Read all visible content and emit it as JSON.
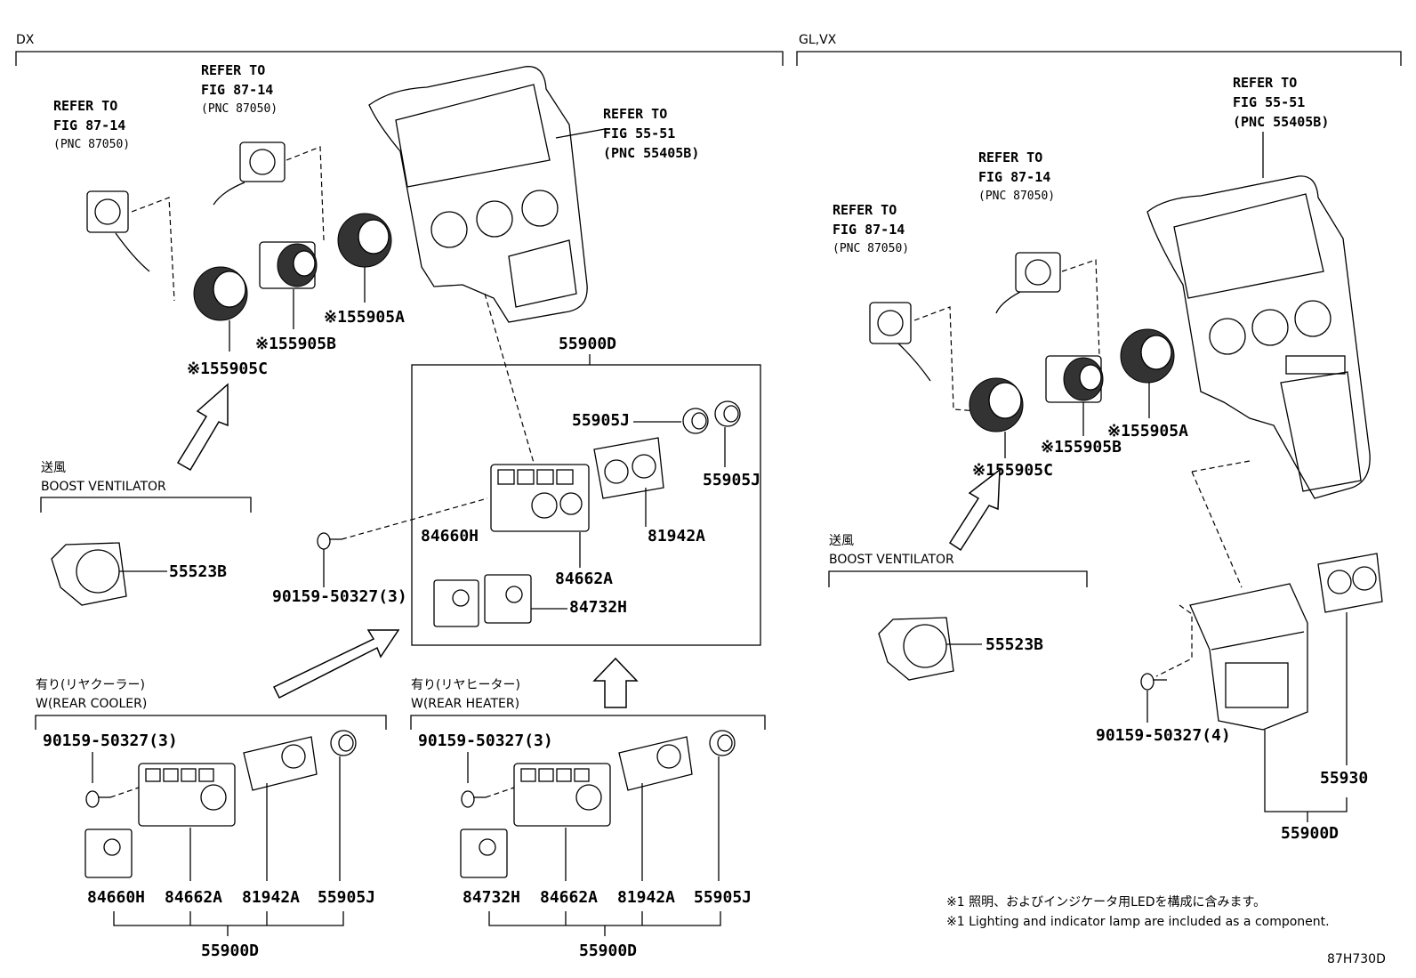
{
  "sections": {
    "dx": "DX",
    "glvx": "GL,VX"
  },
  "refs": {
    "dx_knob_a": [
      "REFER TO",
      "FIG 87-14",
      "(PNC 87050)"
    ],
    "dx_knob_b": [
      "REFER TO",
      "FIG 87-14",
      "(PNC 87050)"
    ],
    "dx_panel": [
      "REFER TO",
      "FIG 55-51",
      "(PNC 55405B)"
    ],
    "gl_knob_a": [
      "REFER TO",
      "FIG 87-14",
      "(PNC 87050)"
    ],
    "gl_knob_b": [
      "REFER TO",
      "FIG 87-14",
      "(PNC 87050)"
    ],
    "gl_panel": [
      "REFER TO",
      "FIG 55-51",
      "(PNC 55405B)"
    ]
  },
  "dx_parts": {
    "p55905C": "※155905C",
    "p55905B": "※155905B",
    "p55905A": "※155905A",
    "p55900D": "55900D",
    "p55905J_top": "55905J",
    "p55905J_right": "55905J",
    "p81942A": "81942A",
    "p84660H": "84660H",
    "p84662A": "84662A",
    "p84732H": "84732H",
    "p90159": "90159-50327(3)",
    "p55523B": "55523B"
  },
  "boost": {
    "jp": "送風",
    "en": "BOOST VENTILATOR"
  },
  "rear_cooler": {
    "jp": "有り(リヤクーラー)",
    "en": "W(REAR COOLER)",
    "screw": "90159-50327(3)",
    "labels": [
      "84660H",
      "84662A",
      "81942A",
      "55905J"
    ],
    "group": "55900D"
  },
  "rear_heater": {
    "jp": "有り(リヤヒーター)",
    "en": "W(REAR HEATER)",
    "screw": "90159-50327(3)",
    "labels": [
      "84732H",
      "84662A",
      "81942A",
      "55905J"
    ],
    "group": "55900D"
  },
  "gl_parts": {
    "p55905C": "※155905C",
    "p55905B": "※155905B",
    "p55905A": "※155905A",
    "p55523B": "55523B",
    "p90159": "90159-50327(4)",
    "p55930": "55930",
    "p55900D": "55900D"
  },
  "gl_boost": {
    "jp": "送風",
    "en": "BOOST VENTILATOR"
  },
  "notes": {
    "jp": "※1 照明、およびインジケータ用LEDを構成に含みます。",
    "en": "※1 Lighting and indicator lamp are included as a component."
  },
  "figure_code": "87H730D"
}
